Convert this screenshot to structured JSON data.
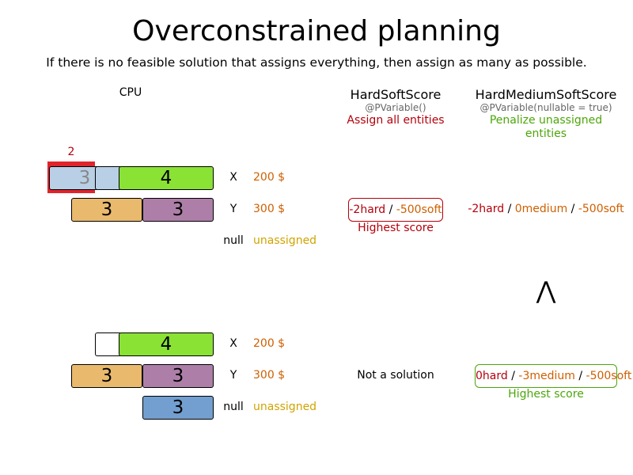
{
  "title": "Overconstrained planning",
  "subtitle": "If there is no feasible solution that assigns everything, then assign as many as possible.",
  "headers": {
    "cpu": "CPU",
    "hardsoft": {
      "name": "HardSoftScore",
      "annotation": "@PVariable()",
      "note": "Assign all entities"
    },
    "hardmediumsoft": {
      "name": "HardMediumSoftScore",
      "annotation": "@PVariable(nullable = true)",
      "note": "Penalize unassigned entities"
    }
  },
  "top": {
    "overload_marker": "2",
    "process_boxes": {
      "overload": "3",
      "x_green": "4",
      "y_tan": "3",
      "y_purple": "3"
    },
    "rows": [
      {
        "label": "X",
        "value": "200 $"
      },
      {
        "label": "Y",
        "value": "300 $"
      },
      {
        "label": "null",
        "value": "unassigned"
      }
    ],
    "hardsoft_score": {
      "hard": "-2hard",
      "sep": " / ",
      "soft": "-500soft",
      "tag": "Highest score"
    },
    "hardmediumsoft_score": {
      "hard": "-2hard",
      "sep1": " / ",
      "medium": "0medium",
      "sep2": " / ",
      "soft": "-500soft"
    }
  },
  "comparison": {
    "symbol": "⋀"
  },
  "bottom": {
    "process_boxes": {
      "x_green": "4",
      "y_tan": "3",
      "y_purple": "3",
      "null_blue": "3"
    },
    "rows": [
      {
        "label": "X",
        "value": "200 $"
      },
      {
        "label": "Y",
        "value": "300 $"
      },
      {
        "label": "null",
        "value": "unassigned"
      }
    ],
    "hardsoft_text": "Not a solution",
    "hardmediumsoft_score": {
      "hard": "0hard",
      "sep1": " / ",
      "medium": "-3medium",
      "sep2": " / ",
      "soft": "-500soft",
      "tag": "Highest score"
    }
  },
  "colors": {
    "red": "#b4000c",
    "green": "#4ca60a",
    "orange": "#cf5f00",
    "gold": "#cfa400",
    "overload_border": "#e0242c"
  }
}
